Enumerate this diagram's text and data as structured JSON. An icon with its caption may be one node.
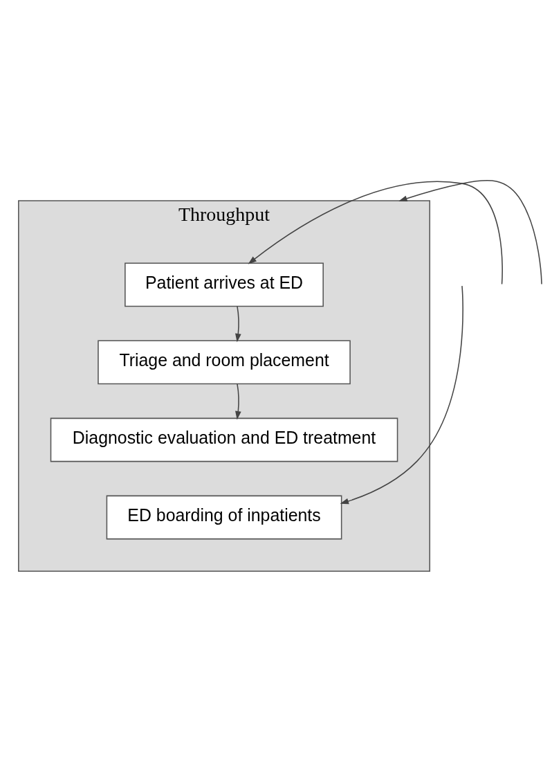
{
  "diagram": {
    "nodes": [
      {
        "text": [
          "Throughput"
        ]
      },
      {
        "text": [
          "Patient arrives at ED"
        ],
        "in": 0
      },
      {
        "text": [
          "Triage and room placement"
        ],
        "in": 0
      },
      {
        "text": [
          "Diagnostic evaluation and ED treatment"
        ],
        "in": 0
      },
      {
        "text": [
          "ED boarding of inpatients"
        ],
        "in": 0
      }
    ],
    "edges": [
      {
        "from": null,
        "to": 1,
        "arrow": "to"
      },
      {
        "from": 1,
        "to": 2,
        "arrow": "to"
      },
      {
        "from": 2,
        "to": 3,
        "arrow": "to"
      },
      {
        "from": null,
        "to": 0,
        "arrow": "to"
      },
      {
        "from": null,
        "to": 4,
        "arrow": "to"
      }
    ]
  }
}
